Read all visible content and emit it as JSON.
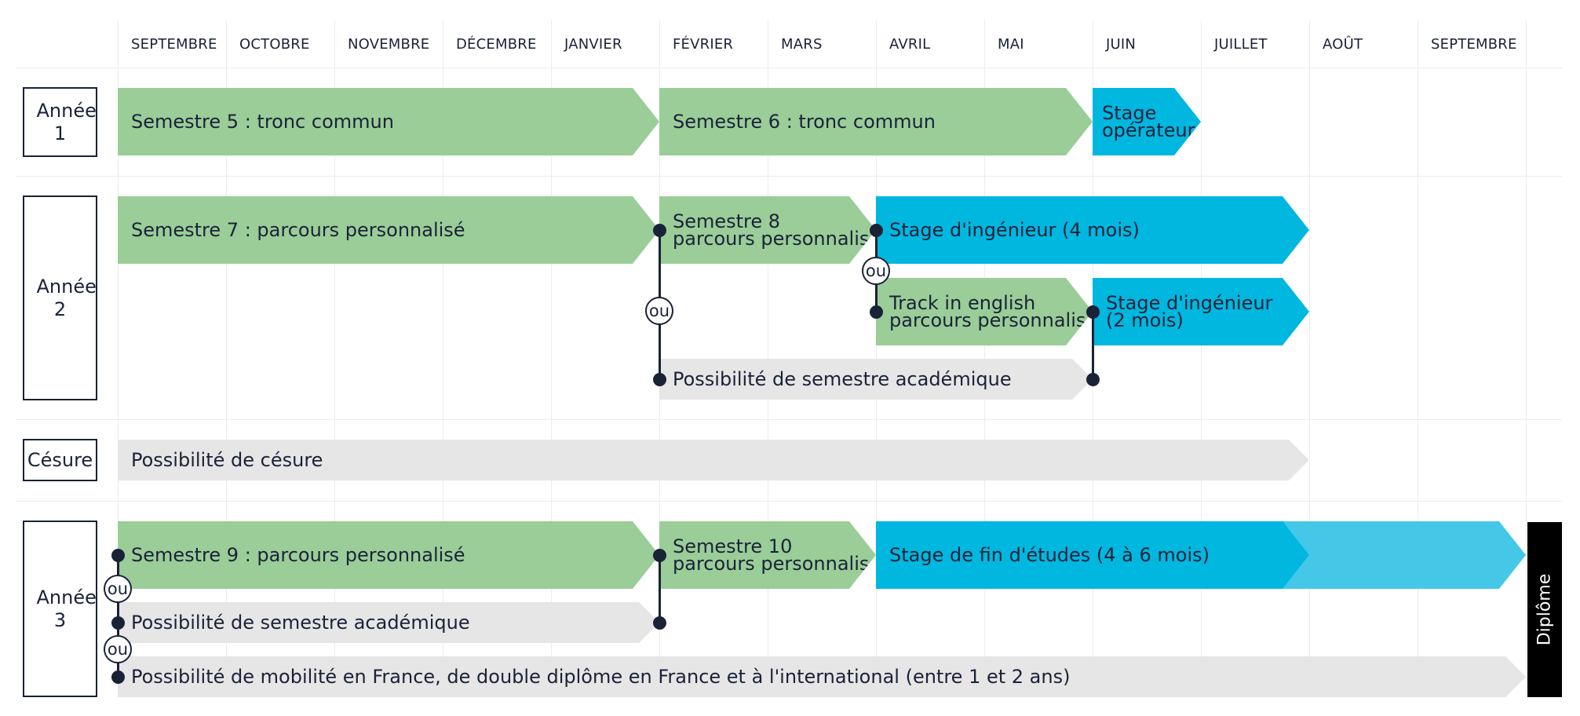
{
  "months": [
    "SEPTEMBRE",
    "OCTOBRE",
    "NOVEMBRE",
    "DÉCEMBRE",
    "JANVIER",
    "FÉVRIER",
    "MARS",
    "AVRIL",
    "MAI",
    "JUIN",
    "JUILLET",
    "AOÛT",
    "SEPTEMBRE"
  ],
  "years": {
    "annee1": "Année 1",
    "annee2": "Année 2",
    "cesure": "Césure",
    "annee3": "Année 3"
  },
  "bars": {
    "s5": "Semestre 5 : tronc commun",
    "s6": "Semestre 6 : tronc commun",
    "stage_op_1": "Stage",
    "stage_op_2": "opérateur",
    "s7": "Semestre 7 : parcours personnalisé",
    "s8_1": "Semestre 8",
    "s8_2": "parcours personnalisé",
    "stage_ing4": "Stage d'ingénieur (4 mois)",
    "track_1": "Track in english",
    "track_2": "parcours personnalisé",
    "stage_ing2_1": "Stage d'ingénieur",
    "stage_ing2_2": "(2 mois)",
    "acad_a2": "Possibilité de semestre académique",
    "cesure": "Possibilité de césure",
    "s9": "Semestre 9 : parcours personnalisé",
    "s10_1": "Semestre 10",
    "s10_2": "parcours personnalisé",
    "stage_fin": "Stage de fin d'études (4 à 6 mois)",
    "acad_a3": "Possibilité de semestre académique",
    "mobilite": "Possibilité de mobilité en France, de double diplôme en France et à l'international (entre 1 et 2 ans)"
  },
  "ou": "ou",
  "diplome": "Diplôme",
  "colors": {
    "green": "#9acd98",
    "blue": "#00b7e0",
    "light_blue": "#45c8e8",
    "grey": "#e6e6e6",
    "dark": "#1a2238",
    "diploma": "#000000"
  }
}
